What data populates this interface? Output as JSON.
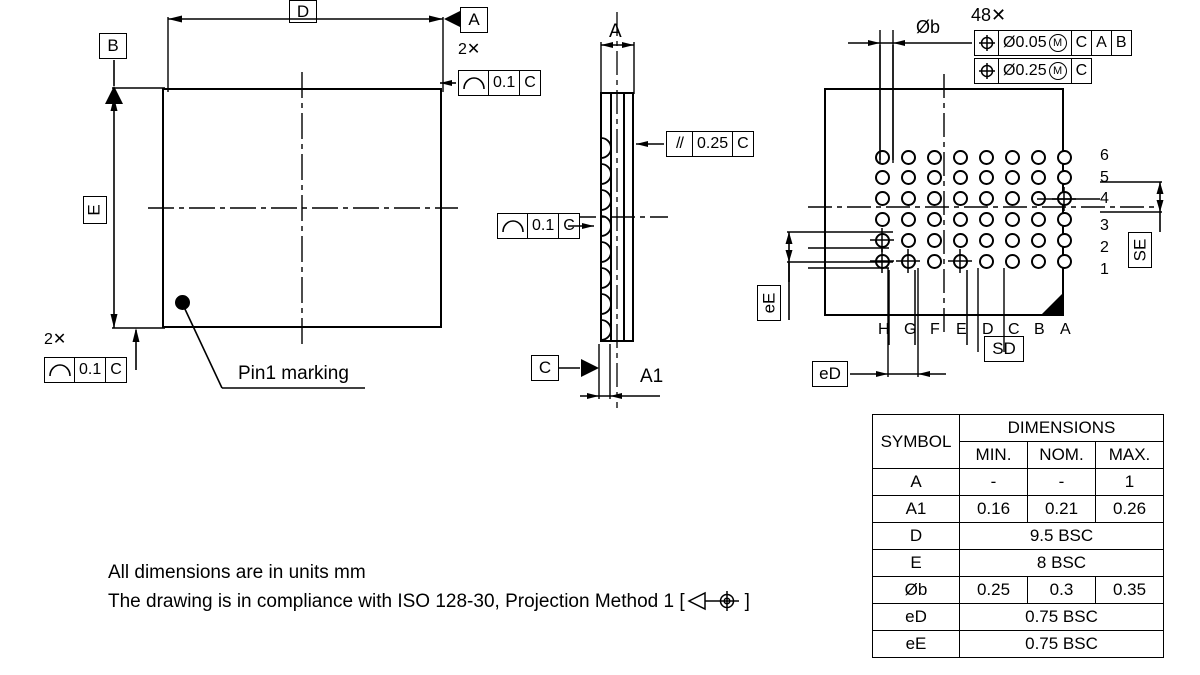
{
  "drawing": {
    "notes": [
      "All dimensions are in units mm",
      "The drawing is in compliance with ISO 128-30, Projection Method 1 ["
    ],
    "notes_suffix": "]",
    "pin1_label": "Pin1 marking"
  },
  "top_view": {
    "dim_D": "D",
    "dim_E": "E",
    "datum_A": "A",
    "datum_B": "B",
    "qty_top": "2✕",
    "qty_bottom": "2✕",
    "fcf_top": {
      "symbol": "profile-of-surface",
      "tolerance": "0.1",
      "datum": "C"
    },
    "fcf_bottom": {
      "symbol": "profile-of-surface",
      "tolerance": "0.1",
      "datum": "C"
    }
  },
  "side_view": {
    "dim_A": "A",
    "dim_A1": "A1",
    "datum_C": "C",
    "fcf_parallel": {
      "symbol": "//",
      "tolerance": "0.25",
      "datum": "C"
    },
    "fcf_profile": {
      "symbol": "profile-of-surface",
      "tolerance": "0.1",
      "datum": "C"
    }
  },
  "bottom_view": {
    "ball_qty": "48✕",
    "dim_b": "Øb",
    "dim_eD": "eD",
    "dim_eE": "eE",
    "dim_SD": "SD",
    "dim_SE": "SE",
    "fcf_1": {
      "symbol": "position",
      "tolerance": "Ø0.05",
      "modifier": "M",
      "datums": [
        "C",
        "A",
        "B"
      ]
    },
    "fcf_2": {
      "symbol": "position",
      "tolerance": "Ø0.25",
      "modifier": "M",
      "datums": [
        "C"
      ]
    },
    "row_labels": [
      "6",
      "5",
      "4",
      "3",
      "2",
      "1"
    ],
    "col_labels": [
      "H",
      "G",
      "F",
      "E",
      "D",
      "C",
      "B",
      "A"
    ],
    "grid_rows": 6,
    "grid_cols": 8
  },
  "table": {
    "col_symbol": "SYMBOL",
    "col_group": "DIMENSIONS",
    "col_min": "MIN.",
    "col_nom": "NOM.",
    "col_max": "MAX.",
    "rows": [
      {
        "symbol": "A",
        "min": "-",
        "nom": "-",
        "max": "1",
        "span": false
      },
      {
        "symbol": "A1",
        "min": "0.16",
        "nom": "0.21",
        "max": "0.26",
        "span": false
      },
      {
        "symbol": "D",
        "value": "9.5 BSC",
        "span": true
      },
      {
        "symbol": "E",
        "value": "8 BSC",
        "span": true
      },
      {
        "symbol": "Øb",
        "min": "0.25",
        "nom": "0.3",
        "max": "0.35",
        "span": false
      },
      {
        "symbol": "eD",
        "value": "0.75 BSC",
        "span": true
      },
      {
        "symbol": "eE",
        "value": "0.75 BSC",
        "span": true
      }
    ]
  },
  "colors": {
    "line": "#000000",
    "background": "#ffffff"
  }
}
